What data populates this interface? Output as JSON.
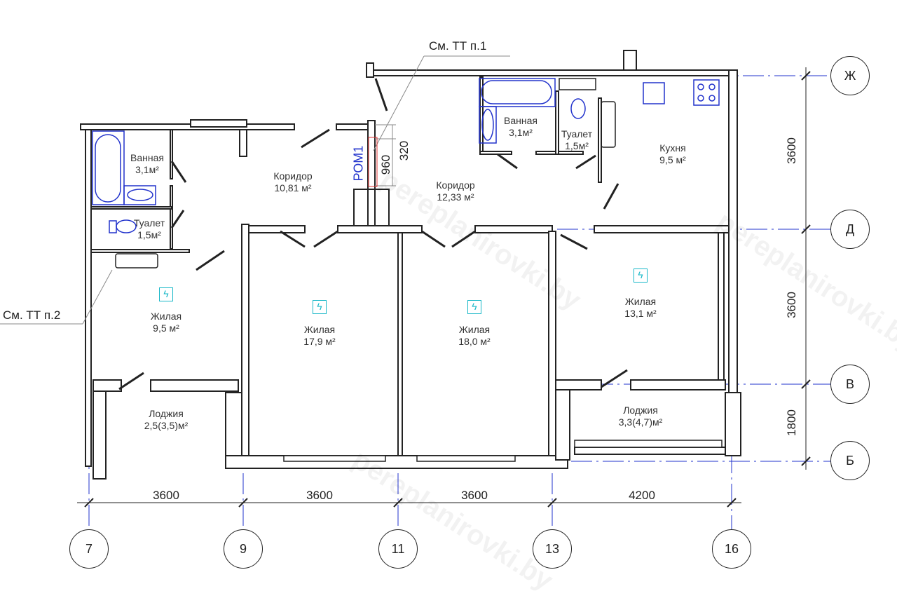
{
  "rooms": [
    {
      "name": "Ванная",
      "area": "3,1м²"
    },
    {
      "name": "Туалет",
      "area": "1,5м²"
    },
    {
      "name": "Коридор",
      "area": "10,81 м²"
    },
    {
      "name": "Жилая",
      "area": "9,5 м²"
    },
    {
      "name": "Лоджия",
      "area": "2,5(3,5)м²"
    },
    {
      "name": "Жилая",
      "area": "17,9 м²"
    },
    {
      "name": "Жилая",
      "area": "18,0 м²"
    },
    {
      "name": "Коридор",
      "area": "12,33 м²"
    },
    {
      "name": "Ванная",
      "area": "3,1м²"
    },
    {
      "name": "Туалет",
      "area": "1,5м²"
    },
    {
      "name": "Кухня",
      "area": "9,5 м²"
    },
    {
      "name": "Жилая",
      "area": "13,1 м²"
    },
    {
      "name": "Лоджия",
      "area": "3,3(4,7)м²"
    }
  ],
  "notes": {
    "tt1": "См. ТТ п.1",
    "tt2": "См. ТТ п.2",
    "pom": "РОМ1",
    "d960": "960",
    "d320": "320"
  },
  "axes_vertical": [
    "7",
    "9",
    "11",
    "13",
    "16"
  ],
  "axes_horizontal": [
    "Ж",
    "Д",
    "В",
    "Б"
  ],
  "dims_bottom": [
    "3600",
    "3600",
    "3600",
    "4200"
  ],
  "dims_right": [
    "3600",
    "3600",
    "1800"
  ],
  "watermark": "pereplanirovki.by",
  "colors": {
    "wall": "#222222",
    "fixture": "#2233cc",
    "vent": "#19b8c8",
    "axis_line": "#2233cc"
  }
}
